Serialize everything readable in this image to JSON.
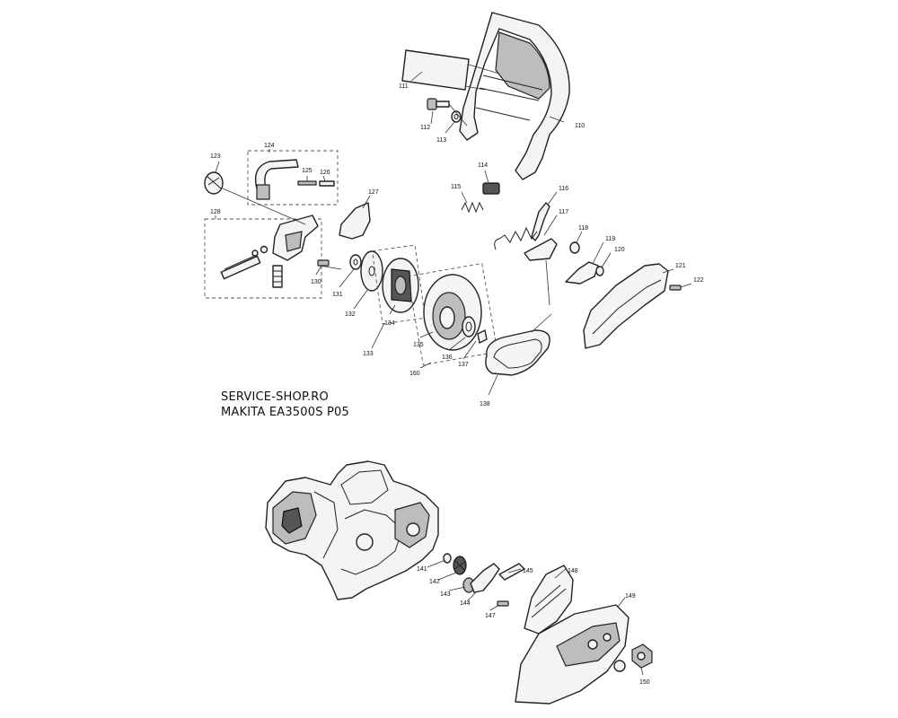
{
  "watermark": {
    "line1": "SERVICE-SHOP.RO",
    "line2": "MAKITA EA3500S P05"
  },
  "callouts": {
    "c110": "110",
    "c111": "111",
    "c112": "112",
    "c113": "113",
    "c114": "114",
    "c115": "115",
    "c116": "116",
    "c117": "117",
    "c118": "118",
    "c119": "119",
    "c120": "120",
    "c121": "121",
    "c122": "122",
    "c123": "123",
    "c124": "124",
    "c125": "125",
    "c126": "126",
    "c127": "127",
    "c128": "128",
    "c130": "130",
    "c131": "131",
    "c132": "132",
    "c133": "133",
    "c134": "134",
    "c135": "135",
    "c136": "136",
    "c137": "137",
    "c138": "138",
    "c141": "141",
    "c142": "142",
    "c143": "143",
    "c144": "144",
    "c145": "145",
    "c147": "147",
    "c148": "148",
    "c149": "149",
    "c150": "150",
    "c160": "160"
  }
}
